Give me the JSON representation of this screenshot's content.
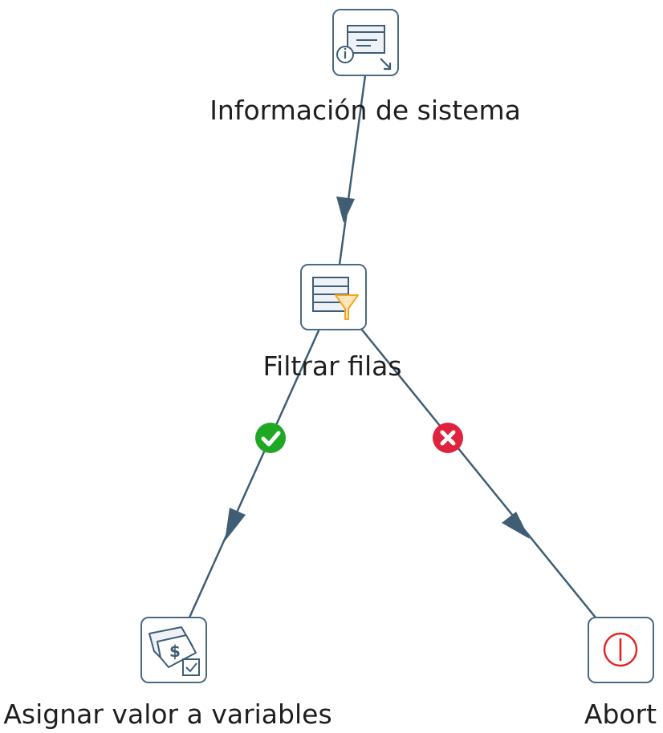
{
  "diagram": {
    "steps": [
      {
        "id": "info-sistema",
        "label": "Información de sistema",
        "icon": "system-info-icon"
      },
      {
        "id": "filtrar-filas",
        "label": "Filtrar filas",
        "icon": "filter-rows-icon"
      },
      {
        "id": "asignar-valor",
        "label": "Asignar valor a variables",
        "icon": "set-variables-icon"
      },
      {
        "id": "abort",
        "label": "Abort",
        "icon": "abort-icon"
      }
    ],
    "hops": [
      {
        "from": "info-sistema",
        "to": "filtrar-filas",
        "kind": "normal"
      },
      {
        "from": "filtrar-filas",
        "to": "asignar-valor",
        "kind": "true",
        "badge": "check-icon"
      },
      {
        "from": "filtrar-filas",
        "to": "abort",
        "kind": "false",
        "badge": "cross-icon"
      }
    ],
    "colors": {
      "hop": "#3f5d74",
      "true_badge": "#1fa824",
      "false_badge": "#e0223d",
      "filter_accent": "#f5a623",
      "abort_accent": "#e02424"
    }
  }
}
